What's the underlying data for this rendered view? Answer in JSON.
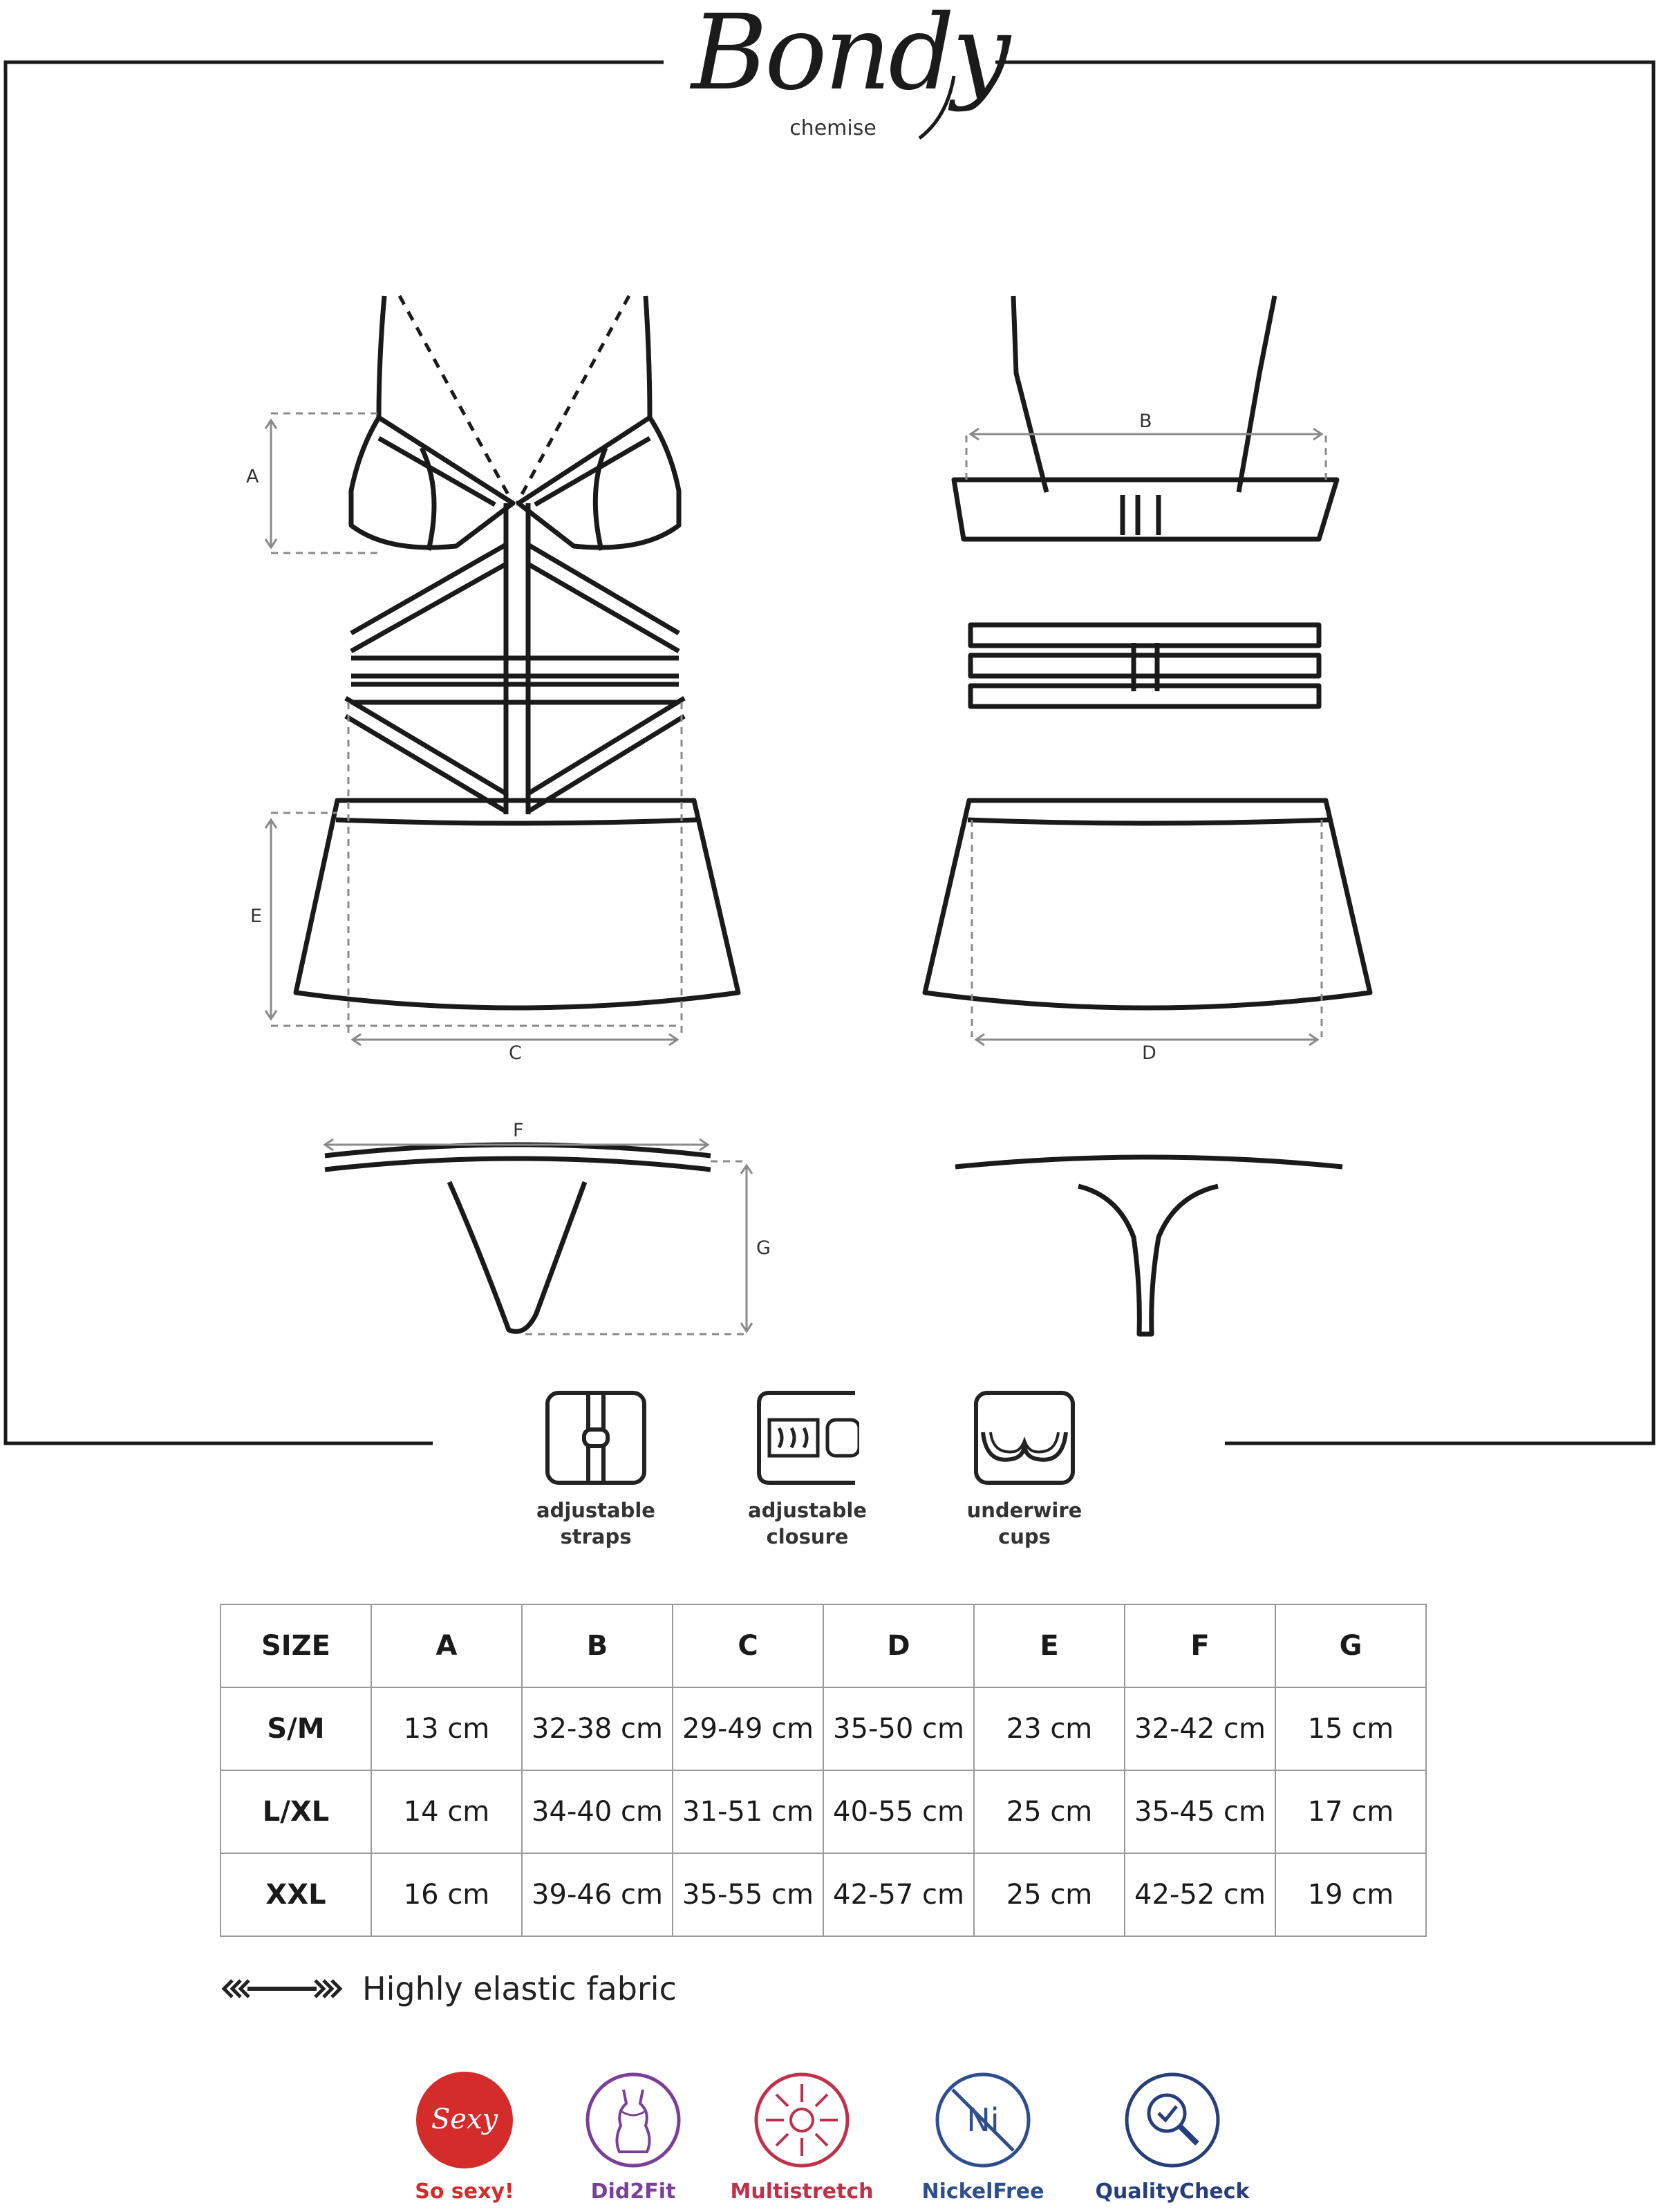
{
  "brand": {
    "name": "Bondy",
    "product": "chemise"
  },
  "dimension_labels": [
    "A",
    "B",
    "C",
    "D",
    "E",
    "F",
    "G"
  ],
  "features": [
    {
      "icon": "adjustable-straps-icon",
      "line1": "adjustable",
      "line2": "straps"
    },
    {
      "icon": "adjustable-closure-icon",
      "line1": "adjustable",
      "line2": "closure"
    },
    {
      "icon": "underwire-cups-icon",
      "line1": "underwire",
      "line2": "cups"
    }
  ],
  "size_table": {
    "headers": [
      "SIZE",
      "A",
      "B",
      "C",
      "D",
      "E",
      "F",
      "G"
    ],
    "rows": [
      [
        "S/M",
        "13 cm",
        "32-38 cm",
        "29-49 cm",
        "35-50 cm",
        "23 cm",
        "32-42 cm",
        "15 cm"
      ],
      [
        "L/XL",
        "14 cm",
        "34-40 cm",
        "31-51 cm",
        "40-55 cm",
        "25 cm",
        "35-45 cm",
        "17 cm"
      ],
      [
        "XXL",
        "16 cm",
        "39-46 cm",
        "35-55 cm",
        "42-57 cm",
        "25 cm",
        "42-52 cm",
        "19 cm"
      ]
    ]
  },
  "elastic_note": "Highly elastic fabric",
  "badges": [
    {
      "icon": "sexy-icon",
      "icon_text": "Sexy",
      "label": "So sexy!",
      "color": "#d42b2b"
    },
    {
      "icon": "did2fit-icon",
      "label": "Did2Fit",
      "color": "#7a3f96"
    },
    {
      "icon": "multistretch-icon",
      "label": "Multistretch",
      "color": "#c0304a"
    },
    {
      "icon": "nickel-free-icon",
      "icon_text": "Ni",
      "label": "NickelFree",
      "color": "#2e4f8c"
    },
    {
      "icon": "quality-check-icon",
      "label": "QualityCheck",
      "color": "#263f7c"
    }
  ]
}
